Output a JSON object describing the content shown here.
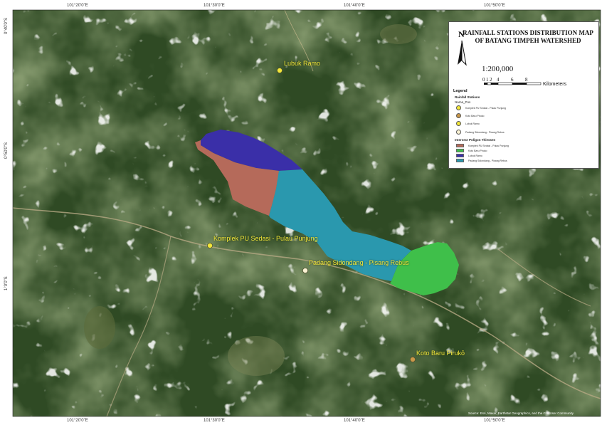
{
  "map": {
    "grid_ticks": {
      "top": [
        "101°20'0\"E",
        "101°30'0\"E",
        "101°40'0\"E",
        "101°50'0\"E"
      ],
      "bottom": [
        "101°20'0\"E",
        "101°30'0\"E",
        "101°40'0\"E",
        "101°50'0\"E"
      ],
      "left": [
        "0°40'0\"S",
        "0°50'0\"S",
        "1°0'0\"S"
      ]
    },
    "stations": [
      {
        "name": "Lubuk Ramo",
        "color": "#f2e63a"
      },
      {
        "name": "Komplek PU Sedasi - Pulau Punjung",
        "color": "#f2e63a"
      },
      {
        "name": "Padang Sidondang - Pisang Rebus",
        "color": "#fbf3d4"
      },
      {
        "name": "Koto Baru Pirukō",
        "color": "#c9974a"
      }
    ],
    "attribution": "Source: Esri, Maxar, Earthstar Geographics, and the GIS User Community"
  },
  "legend": {
    "title": "RAINFALL STATIONS DISTRIBUTION MAP OF BATANG TIMPEH WATERSHED",
    "north_label": "N",
    "scale_text": "1:200,000",
    "scale_ticks": [
      "0",
      "1",
      "2",
      "4",
      "6",
      "8"
    ],
    "scale_unit": "Kilometers",
    "heading": "Legend",
    "stations_heading": "Rainfall Stations",
    "stations_field": "Nama_Pos",
    "station_entries": [
      {
        "label": "Komplek PU Sedasi - Pulau Punjung",
        "color": "#f2e63a"
      },
      {
        "label": "Koto Baru Piruko",
        "color": "#c9974a"
      },
      {
        "label": "Lubuk Ramo",
        "color": "#f2e63a"
      },
      {
        "label": "Padang Sidondang - Pisang Rebus",
        "color": "#fbf3d4"
      }
    ],
    "polygons_heading": "Intersect Poligon Thiessen",
    "polygon_entries": [
      {
        "label": "Komplek PU Sedasi - Pulau Punjung",
        "color": "#b56a5a"
      },
      {
        "label": "Koto Baru Piruko",
        "color": "#3fbf4a"
      },
      {
        "label": "Lubuk Ramo",
        "color": "#3a2fa8"
      },
      {
        "label": "Padang Sidondang - Pisang Rebus",
        "color": "#2a98ae"
      }
    ]
  }
}
